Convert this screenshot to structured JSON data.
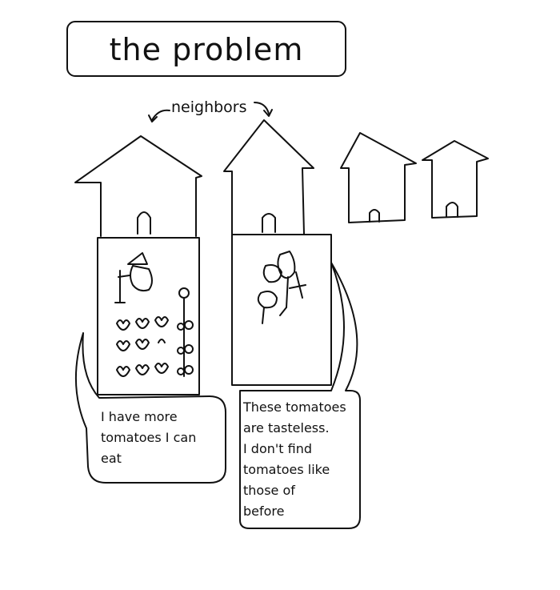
{
  "title": "the problem",
  "neighbors_label": "neighbors",
  "bubble_left": "I have more\ntomatoes I can\neat",
  "bubble_right": "These tomatoes\nare tasteless.\nI don't find\ntomatoes like\nthose of\nbefore"
}
